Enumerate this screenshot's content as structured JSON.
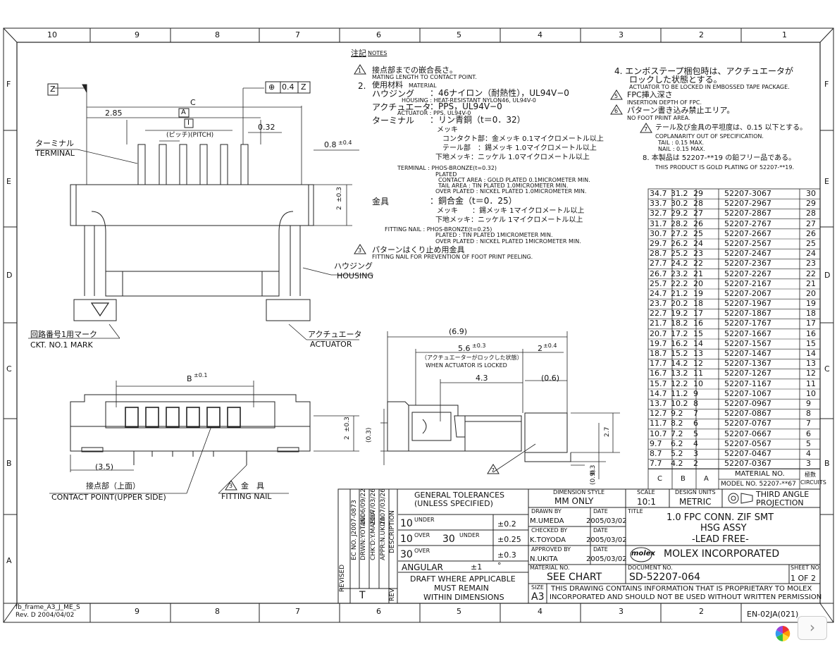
{
  "frame": {
    "col_numbers": [
      "10",
      "9",
      "8",
      "7",
      "6",
      "5",
      "4",
      "3",
      "2",
      "1"
    ],
    "row_letters": [
      "F",
      "E",
      "D",
      "C",
      "B",
      "A"
    ],
    "frame_id": "fb_frame_A3_J_ME_S",
    "frame_rev": "Rev. D 2004/04/02",
    "doc_code": "EN-02JA(021)"
  },
  "notes": {
    "header_jp": "注記",
    "header_en": "NOTES",
    "n1_jp": "接点部までの嵌合長さ。",
    "n1_en": "MATING LENGTH TO CONTACT POINT.",
    "n2_jp": "使用材料",
    "n2_en": "MATERIAL",
    "housing_jp": "ハウジング",
    "housing_val": "：46ナイロン（耐熱性），UL94V−0",
    "housing_en": "HOUSING : HEAT-RESISTANT NYLON46, UL94V-0",
    "actuator_jp": "アクチュエータ",
    "actuator_val": "：PPS，UL94V−0",
    "actuator_en": "ACTUATOR : PPS, UL94V-0",
    "terminal_jp": "ターミナル",
    "terminal_val": "：リン青銅（t＝0．32）",
    "mekki": "メッキ",
    "contact_jp": "コンタクト部：金メッキ 0.1マイクロメートル以上",
    "tail_jp": "テール部　：錫メッキ 1.0マイクロメートル以上",
    "under_jp": "下地メッキ：ニッケル 1.0マイクロメートル以上",
    "terminal_en1": "TERMINAL : PHOS-BRONZE(t=0.32)",
    "terminal_en2": "PLATED",
    "terminal_en3": "CONTACT AREA  : GOLD PLATED    0.1MICROMETER MIN.",
    "terminal_en4": "TAIL AREA       : TIN PLATED        1.0MICROMETER MIN.",
    "terminal_en5": "OVER PLATED   : NICKEL PLATED   1.0MICROMETER MIN.",
    "fitting_jp": "金具",
    "fitting_val": "：銅合金（t＝0．25）",
    "fitting_mekki": "メッキ　　：錫メッキ 1マイクロメートル以上",
    "fitting_under": "下地メッキ：ニッケル 1マイクロメートル以上",
    "fitting_en1": "FITTING NAIL : PHOS-BRONZE(t=0.25)",
    "fitting_en2": "PLATED              : TIN PLATED          1MICROMETER MIN.",
    "fitting_en3": "OVER PLATED   : NICKEL PLATED   1MICROMETER MIN.",
    "n3_jp": "パターンはくり止め用金具",
    "n3_en": "FITTING NAIL FOR PREVENTION OF FOOT PRINT PEELING.",
    "n4_jp": "4. エンボステープ梱包時は、アクチュエータが",
    "n4_jp2": "ロックした状態とする。",
    "n4_en": "ACTUATOR TO BE LOCKED IN EMBOSSED TAPE PACKAGE.",
    "n5_jp": "FPC挿入深さ",
    "n5_en": "INSERTION DEPTH OF FPC.",
    "n6_jp": "パターン書き込み禁止エリア。",
    "n6_en": "NO FOOT PRINT AREA.",
    "n7_jp": "テール及び金具の平坦度は、0.15 以下とする。",
    "n7_en1": "COPLANARITY OUT OF SPECIFICATION.",
    "n7_en2": "TAIL : 0.15 MAX.",
    "n7_en3": "NAIL : 0.15 MAX.",
    "n8_jp": "8. 本製品は 52207-**19 の鉛フリー品である。",
    "n8_en": "THIS PRODUCT IS GOLD PLATING OF 52207-**19."
  },
  "drawing_labels": {
    "z": "Z",
    "tol_box": "0.4",
    "dim_c": "C",
    "dim_a": "A",
    "dim_b_top": "2.85",
    "dim_i": "I",
    "pitch": "(ピッチ)(PITCH)",
    "d032": "0.32",
    "d08": "0.8",
    "d08tol": "±0.4",
    "d2": "2",
    "d2tol": "±0.3",
    "terminal_jp": "ターミナル",
    "terminal_en": "TERMINAL",
    "housing_jp": "ハウジング",
    "housing_en": "HOUSING",
    "ckt_jp": "回路番号1用マーク",
    "ckt_en": "CKT. NO.1 MARK",
    "actuator_jp": "アクチュエータ",
    "actuator_en": "ACTUATOR",
    "b_dim": "B",
    "b_tol": "±0.1",
    "d35": "(3.5)",
    "contact_jp": "接点部（上面）",
    "contact_en": "CONTACT POINT(UPPER SIDE)",
    "nail_jp": "金　具",
    "nail_en": "FITTING NAIL",
    "d69": "(6.9)",
    "d56": "5.6",
    "d56tol": "±0.3",
    "d2b": "2",
    "d2btol": "±0.4",
    "locked_jp": "（アクチュエーターがロックした状態）",
    "locked_en": "WHEN ACTUATOR IS LOCKED",
    "d43": "4.3",
    "d06": "(0.6)",
    "d03": "(0.3)",
    "d27": "2.7",
    "d03b": "0.3",
    "d09": "(0.9)",
    "d2c": "2",
    "d2ctol": "±0.3"
  },
  "table": {
    "rows": [
      [
        "34.7",
        "31.2",
        "29",
        "52207-3067",
        "30"
      ],
      [
        "33.7",
        "30.2",
        "28",
        "52207-2967",
        "29"
      ],
      [
        "32.7",
        "29.2",
        "27",
        "52207-2867",
        "28"
      ],
      [
        "31.7",
        "28.2",
        "26",
        "52207-2767",
        "27"
      ],
      [
        "30.7",
        "27.2",
        "25",
        "52207-2667",
        "26"
      ],
      [
        "29.7",
        "26.2",
        "24",
        "52207-2567",
        "25"
      ],
      [
        "28.7",
        "25.2",
        "23",
        "52207-2467",
        "24"
      ],
      [
        "27.7",
        "24.2",
        "22",
        "52207-2367",
        "23"
      ],
      [
        "26.7",
        "23.2",
        "21",
        "52207-2267",
        "22"
      ],
      [
        "25.7",
        "22.2",
        "20",
        "52207-2167",
        "21"
      ],
      [
        "24.7",
        "21.2",
        "19",
        "52207-2067",
        "20"
      ],
      [
        "23.7",
        "20.2",
        "18",
        "52207-1967",
        "19"
      ],
      [
        "22.7",
        "19.2",
        "17",
        "52207-1867",
        "18"
      ],
      [
        "21.7",
        "18.2",
        "16",
        "52207-1767",
        "17"
      ],
      [
        "20.7",
        "17.2",
        "15",
        "52207-1667",
        "16"
      ],
      [
        "19.7",
        "16.2",
        "14",
        "52207-1567",
        "15"
      ],
      [
        "18.7",
        "15.2",
        "13",
        "52207-1467",
        "14"
      ],
      [
        "17.7",
        "14.2",
        "12",
        "52207-1367",
        "13"
      ],
      [
        "16.7",
        "13.2",
        "11",
        "52207-1267",
        "12"
      ],
      [
        "15.7",
        "12.2",
        "10",
        "52207-1167",
        "11"
      ],
      [
        "14.7",
        "11.2",
        "9",
        "52207-1067",
        "10"
      ],
      [
        "13.7",
        "10.2",
        "8",
        "52207-0967",
        "9"
      ],
      [
        "12.7",
        "9.2",
        "7",
        "52207-0867",
        "8"
      ],
      [
        "11.7",
        "8.2",
        "6",
        "52207-0767",
        "7"
      ],
      [
        "10.7",
        "7.2",
        "5",
        "52207-0667",
        "6"
      ],
      [
        "9.7",
        "6.2",
        "4",
        "52207-0567",
        "5"
      ],
      [
        "8.7",
        "5.2",
        "3",
        "52207-0467",
        "4"
      ],
      [
        "7.7",
        "4.2",
        "2",
        "52207-0367",
        "3"
      ]
    ],
    "col_c": "C",
    "col_b": "B",
    "col_a": "A",
    "material_no": "MATERIAL NO.",
    "model_no": "MODEL NO. 52207-**67",
    "circuits_jp": "極数",
    "circuits_en": "CIRCUITS"
  },
  "revision": {
    "revised": "REVISED",
    "ec": "EC NO. J2007-0873",
    "drwn": "DRWN:YOTANI",
    "chkd": "CHK'D:Y.MAEDA",
    "appr": "APPR:N.UKITA",
    "d1": "2006/09/22",
    "d2": "2007/03/26",
    "d3": "2007/03/26",
    "description": "DESCRIPTION",
    "rev": "REV",
    "rev_letter": "T"
  },
  "titleblock": {
    "gen_tol1": "GENERAL TOLERANCES",
    "gen_tol2": "(UNLESS SPECIFIED)",
    "tol_r1_a": "10",
    "tol_r1_b": "UNDER",
    "tol_r1_v": "±0.2",
    "tol_r2_a": "10",
    "tol_r2_b": "OVER",
    "tol_r2_c": "30",
    "tol_r2_d": "UNDER",
    "tol_r2_v": "±0.25",
    "tol_r3_a": "30",
    "tol_r3_b": "OVER",
    "tol_r3_v": "±0.3",
    "angular": "ANGULAR",
    "angular_v": "±1",
    "angular_u": "°",
    "draft1": "DRAFT WHERE APPLICABLE",
    "draft2": "MUST REMAIN",
    "draft3": "WITHIN DIMENSIONS",
    "dim_style_lbl": "DIMENSION STYLE",
    "dim_style": "MM ONLY",
    "drawn_by_lbl": "DRAWN BY",
    "drawn_by": "M.UMEDA",
    "checked_by_lbl": "CHECKED BY",
    "checked_by": "K.TOYODA",
    "approved_by_lbl": "APPROVED BY",
    "approved_by": "N.UKITA",
    "date_lbl": "DATE",
    "date1": "2005/03/02",
    "date2": "2005/03/02",
    "date3": "2005/03/02",
    "scale_lbl": "SCALE",
    "scale": "10:1",
    "units_lbl": "DESIGN UNITS",
    "units": "METRIC",
    "projection1": "THIRD ANGLE",
    "projection2": "PROJECTION",
    "title_lbl": "TITLE",
    "title1": "1.0 FPC CONN. ZIF SMT",
    "title2": "HSG ASSY",
    "title3": "-LEAD FREE-",
    "logo": "molex",
    "company": "MOLEX INCORPORATED",
    "material_lbl": "MATERIAL NO.",
    "material": "SEE CHART",
    "docno_lbl": "DOCUMENT NO.",
    "docno": "SD-52207-064",
    "sheet_lbl": "SHEET NO.",
    "sheet": "1 OF 2",
    "size_lbl": "SIZE",
    "size": "A3",
    "proprietary1": "THIS DRAWING CONTAINS INFORMATION THAT IS PROPRIETARY TO MOLEX",
    "proprietary2": "INCORPORATED AND SHOULD NOT BE USED WITHOUT WRITTEN PERMISSION"
  },
  "icons": {
    "next": "chevron-right-icon",
    "corner_logo": "pinwheel-logo-icon"
  }
}
